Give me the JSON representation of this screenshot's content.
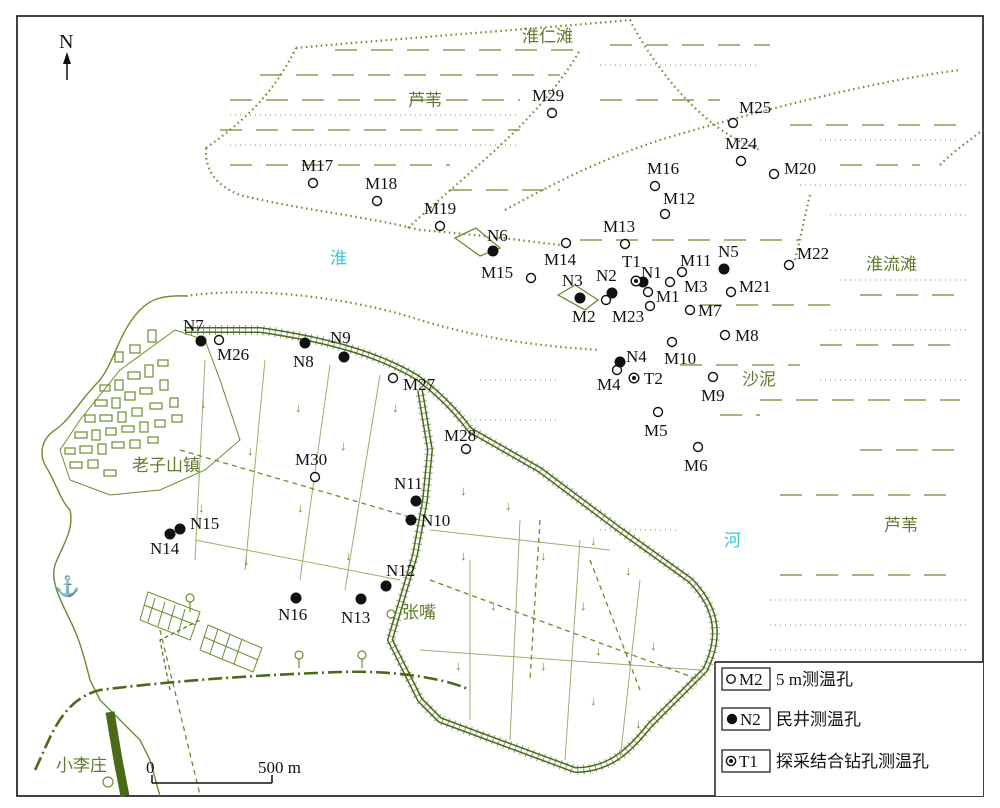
{
  "map": {
    "north_label": "N",
    "scale": {
      "zero": "0",
      "end": "500 m"
    },
    "place_labels": [
      {
        "id": "huairen-tan",
        "text": "淮仁滩"
      },
      {
        "id": "luwei-1",
        "text": "芦苇"
      },
      {
        "id": "huailiu-tan",
        "text": "淮流滩"
      },
      {
        "id": "shani",
        "text": "沙泥"
      },
      {
        "id": "luwei-2",
        "text": "芦苇"
      },
      {
        "id": "laozishan-zhen",
        "text": "老子山镇"
      },
      {
        "id": "zhangzui",
        "text": "张嘴"
      },
      {
        "id": "xiaoli-zhuang",
        "text": "小李庄"
      }
    ],
    "water_labels": [
      {
        "id": "huai",
        "text": "淮"
      },
      {
        "id": "he",
        "text": "河"
      }
    ],
    "points": [
      {
        "label": "M1",
        "type": "5m"
      },
      {
        "label": "M2",
        "type": "5m"
      },
      {
        "label": "M3",
        "type": "5m"
      },
      {
        "label": "M4",
        "type": "5m"
      },
      {
        "label": "M5",
        "type": "5m"
      },
      {
        "label": "M6",
        "type": "5m"
      },
      {
        "label": "M7",
        "type": "5m"
      },
      {
        "label": "M8",
        "type": "5m"
      },
      {
        "label": "M9",
        "type": "5m"
      },
      {
        "label": "M10",
        "type": "5m"
      },
      {
        "label": "M11",
        "type": "5m"
      },
      {
        "label": "M12",
        "type": "5m"
      },
      {
        "label": "M13",
        "type": "5m"
      },
      {
        "label": "M14",
        "type": "5m"
      },
      {
        "label": "M15",
        "type": "5m"
      },
      {
        "label": "M16",
        "type": "5m"
      },
      {
        "label": "M17",
        "type": "5m"
      },
      {
        "label": "M18",
        "type": "5m"
      },
      {
        "label": "M19",
        "type": "5m"
      },
      {
        "label": "M20",
        "type": "5m"
      },
      {
        "label": "M21",
        "type": "5m"
      },
      {
        "label": "M22",
        "type": "5m"
      },
      {
        "label": "M23",
        "type": "5m"
      },
      {
        "label": "M24",
        "type": "5m"
      },
      {
        "label": "M25",
        "type": "5m"
      },
      {
        "label": "M26",
        "type": "5m"
      },
      {
        "label": "M27",
        "type": "5m"
      },
      {
        "label": "M28",
        "type": "5m"
      },
      {
        "label": "M29",
        "type": "5m"
      },
      {
        "label": "M30",
        "type": "5m"
      },
      {
        "label": "N1",
        "type": "well"
      },
      {
        "label": "N2",
        "type": "well"
      },
      {
        "label": "N3",
        "type": "well"
      },
      {
        "label": "N4",
        "type": "well"
      },
      {
        "label": "N5",
        "type": "well"
      },
      {
        "label": "N6",
        "type": "well"
      },
      {
        "label": "N7",
        "type": "well"
      },
      {
        "label": "N8",
        "type": "well"
      },
      {
        "label": "N9",
        "type": "well"
      },
      {
        "label": "N10",
        "type": "well"
      },
      {
        "label": "N11",
        "type": "well"
      },
      {
        "label": "N12",
        "type": "well"
      },
      {
        "label": "N13",
        "type": "well"
      },
      {
        "label": "N14",
        "type": "well"
      },
      {
        "label": "N15",
        "type": "well"
      },
      {
        "label": "N16",
        "type": "well"
      },
      {
        "label": "T1",
        "type": "combined"
      },
      {
        "label": "T2",
        "type": "combined"
      }
    ],
    "legend": {
      "items": [
        {
          "symbol": "M2",
          "type": "5m",
          "text": "5 m测温孔"
        },
        {
          "symbol": "N2",
          "type": "well",
          "text": "民井测温孔"
        },
        {
          "symbol": "T1",
          "type": "combined",
          "text": "探采结合钻孔测温孔"
        }
      ]
    },
    "colors": {
      "reed_green": "#6b8c2e",
      "label_green": "#5f7a2c",
      "water_cyan": "#39c4d8",
      "dark_green": "#4a6a1a",
      "ink": "#111111"
    }
  }
}
